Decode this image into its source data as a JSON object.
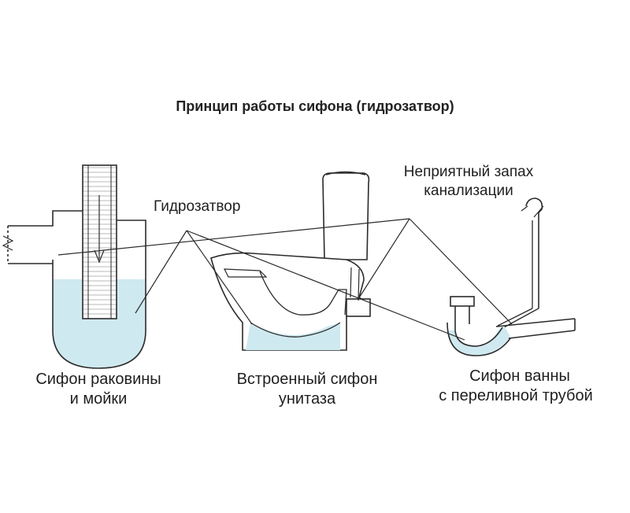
{
  "title": "Принцип работы сифона (гидрозатвор)",
  "labels": {
    "water_seal": "Гидрозатвор",
    "odor_line1": "Неприятный запах",
    "odor_line2": "канализации",
    "sink_line1": "Сифон раковины",
    "sink_line2": "и мойки",
    "toilet_line1": "Встроенный сифон",
    "toilet_line2": "унитаза",
    "bath_line1": "Сифон ванны",
    "bath_line2": "с переливной трубой"
  },
  "colors": {
    "line": "#2b2b2b",
    "water": "#cfe9f0",
    "background": "#ffffff"
  }
}
